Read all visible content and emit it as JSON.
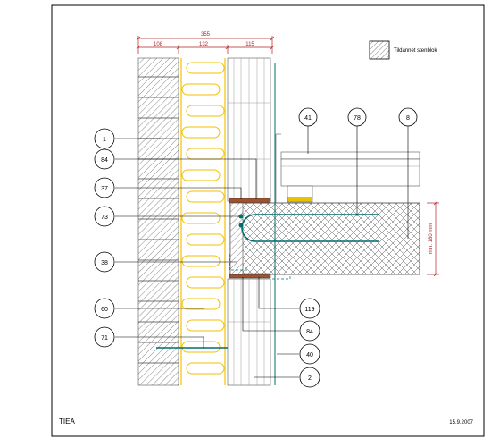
{
  "dimensions": {
    "total": "355",
    "brick": "108",
    "insulation": "132",
    "inner_leaf": "115",
    "slab_thickness": "min. 180 mm"
  },
  "legend": {
    "label": "Tildannet stenblok"
  },
  "callouts": {
    "c1": "1",
    "c84a": "84",
    "c37": "37",
    "c73": "73",
    "c38": "38",
    "c60": "60",
    "c71": "71",
    "c41": "41",
    "c78": "78",
    "c8": "8",
    "c119": "119",
    "c84b": "84",
    "c40": "40",
    "c2": "2"
  },
  "footer": {
    "left": "TIEA",
    "right": "15.9.2007"
  },
  "colors": {
    "dimension": "#b22222",
    "insulation": "#f2c200",
    "membrane": "#006d6d",
    "brick": "#8a8a8a"
  }
}
